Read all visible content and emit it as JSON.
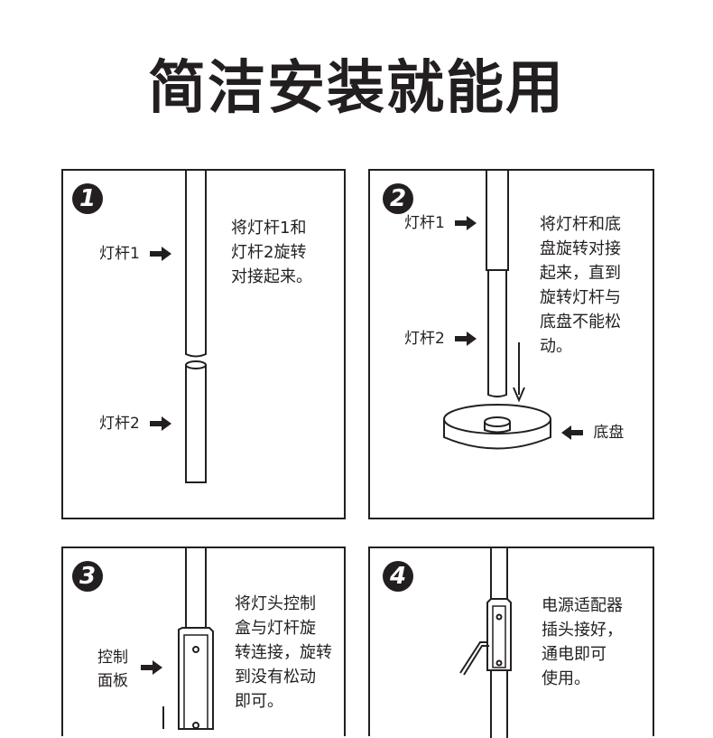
{
  "title": "简洁安装就能用",
  "steps": [
    {
      "number": "1",
      "description": "将灯杆1和\n灯杆2旋转\n对接起来。",
      "labels": {
        "pole1": "灯杆1",
        "pole2": "灯杆2"
      }
    },
    {
      "number": "2",
      "description": "将灯杆和底\n盘旋转对接\n起来，直到\n旋转灯杆与\n底盘不能松\n动。",
      "labels": {
        "pole1": "灯杆1",
        "pole2": "灯杆2",
        "base": "底盘"
      }
    },
    {
      "number": "3",
      "description": "将灯头控制\n盒与灯杆旋\n转连接，旋转\n到没有松动\n即可。",
      "labels": {
        "panel_line1": "控制",
        "panel_line2": "面板"
      }
    },
    {
      "number": "4",
      "description": "电源适配器\n插头接好，\n通电即可\n使用。"
    }
  ],
  "icons": {
    "arrow": "right-arrow-icon",
    "down_arrow": "down-arrow-icon",
    "left_arrow": "left-arrow-icon"
  },
  "colors": {
    "ink": "#231f20",
    "background": "#ffffff"
  }
}
